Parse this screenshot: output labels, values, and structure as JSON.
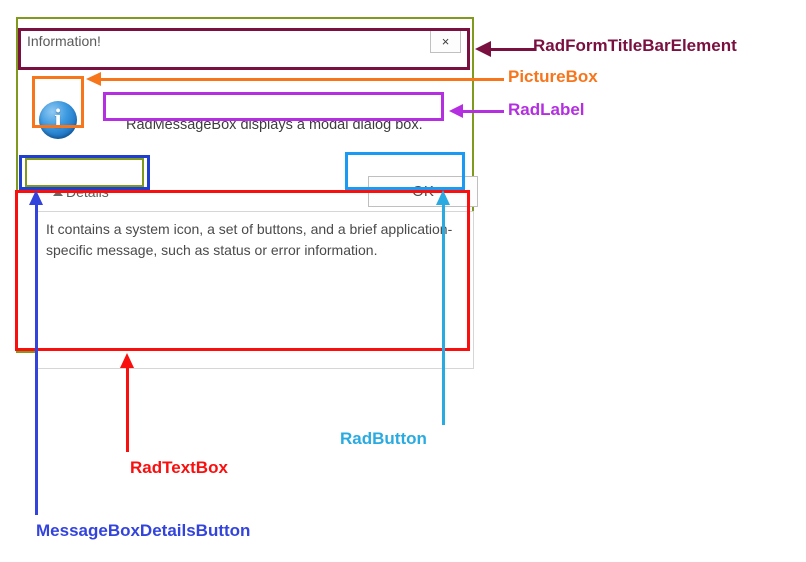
{
  "dialog": {
    "titlebar": {
      "title": "Information!",
      "close_label": "×"
    },
    "picturebox": {
      "icon_name": "info-circle-icon",
      "glyph": "i"
    },
    "label": {
      "text": "RadMessageBox displays a modal dialog box."
    },
    "details_button": {
      "label": "Details",
      "caret": "▲"
    },
    "ok_button": {
      "label": "OK"
    },
    "details_textbox": {
      "text": "It contains a system icon, a set of buttons, and a brief application-specific message, such as status or error information."
    }
  },
  "annotations": [
    {
      "id": "radformtitlebarelement",
      "label": "RadFormTitleBarElement",
      "color": "#7a1040"
    },
    {
      "id": "picturebox",
      "label": "PictureBox",
      "color": "#f7761c"
    },
    {
      "id": "radlabel",
      "label": "RadLabel",
      "color": "#b32fe0"
    },
    {
      "id": "radbutton",
      "label": "RadButton",
      "color": "#29abe2"
    },
    {
      "id": "radtextbox",
      "label": "RadTextBox",
      "color": "#fa0f0f"
    },
    {
      "id": "messageboxdetailsbutton",
      "label": "MessageBoxDetailsButton",
      "color": "#3344dd"
    }
  ],
  "colors": {
    "dialog_border": "#7f9a1c",
    "titlebar_anno": "#7a1040",
    "picturebox_anno": "#f7761c",
    "radlabel_anno": "#b32fe0",
    "radbutton_anno": "#29abe2",
    "radtextbox_anno": "#fa0f0f",
    "detailsbutton_anno": "#3344dd"
  }
}
